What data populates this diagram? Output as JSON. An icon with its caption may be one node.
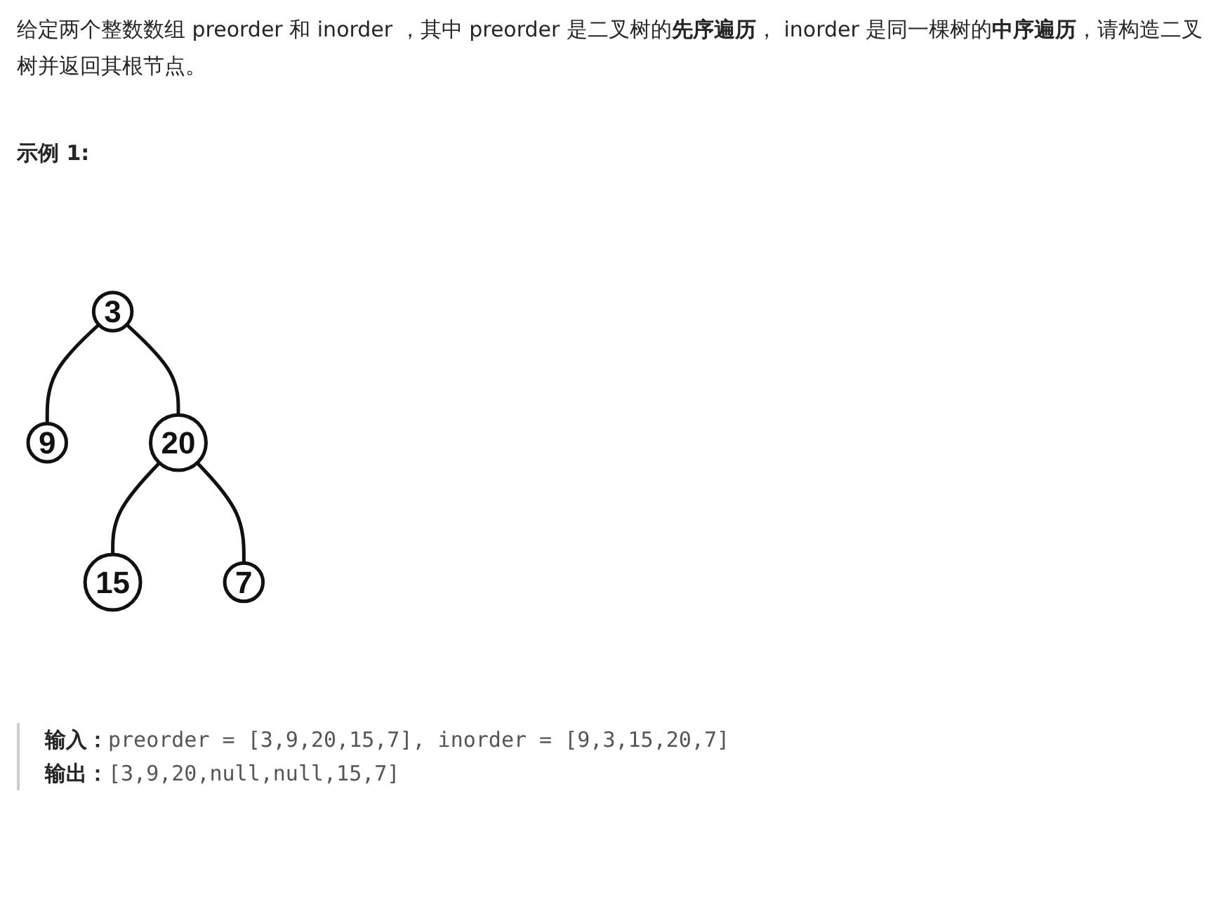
{
  "diagram": {
    "nodes": [
      {
        "text": [
          "3"
        ]
      },
      {
        "text": [
          "9"
        ]
      },
      {
        "text": [
          "20"
        ]
      },
      {
        "text": [
          "15"
        ]
      },
      {
        "text": [
          "7"
        ]
      }
    ],
    "edges": [
      {
        "from": 0,
        "to": 1,
        "arrow": "none"
      },
      {
        "from": 0,
        "to": 2,
        "arrow": "none"
      },
      {
        "from": 2,
        "to": 3,
        "arrow": "none"
      },
      {
        "from": 2,
        "to": 4,
        "arrow": "none"
      }
    ],
    "labels": [
      "给定两个整数数组 preorder 和 inorder ，其中 preorder 是二叉树的**先序遍历**， inorder 是同一棵树的**中序遍历**，请构造二叉树并返回其根节点。",
      "示例 1:",
      "**输入：**preorder = [3,9,20,15,7], inorder = [9,3,15,20,7]",
      "**输出：**[3,9,20,null,null,15,7]"
    ]
  }
}
